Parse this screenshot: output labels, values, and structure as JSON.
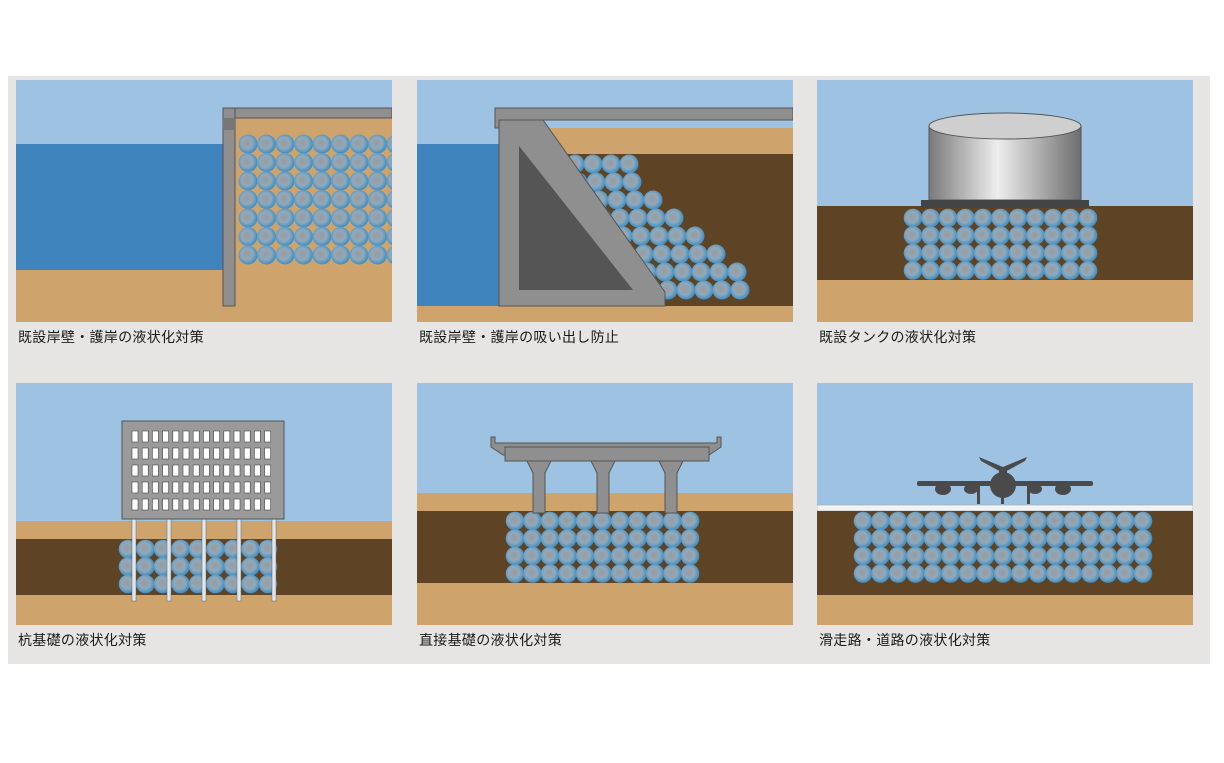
{
  "colors": {
    "sky": "#9ec3e2",
    "sea": "#3f84bd",
    "sand": "#cfa46c",
    "clay": "#5e4325",
    "steel": "#8f8f8f",
    "ball_core": "#9a9a9a",
    "ball_edge": "#3c8fc4"
  },
  "panels": [
    {
      "id": "quay-wall",
      "caption": "既設岸壁・護岸の液状化対策"
    },
    {
      "id": "quay-outflow",
      "caption": "既設岸壁・護岸の吸い出し防止"
    },
    {
      "id": "tank",
      "caption": "既設タンクの液状化対策"
    },
    {
      "id": "pile",
      "caption": "杭基礎の液状化対策"
    },
    {
      "id": "spread",
      "caption": "直接基礎の液状化対策"
    },
    {
      "id": "runway",
      "caption": "滑走路・道路の液状化対策"
    }
  ]
}
